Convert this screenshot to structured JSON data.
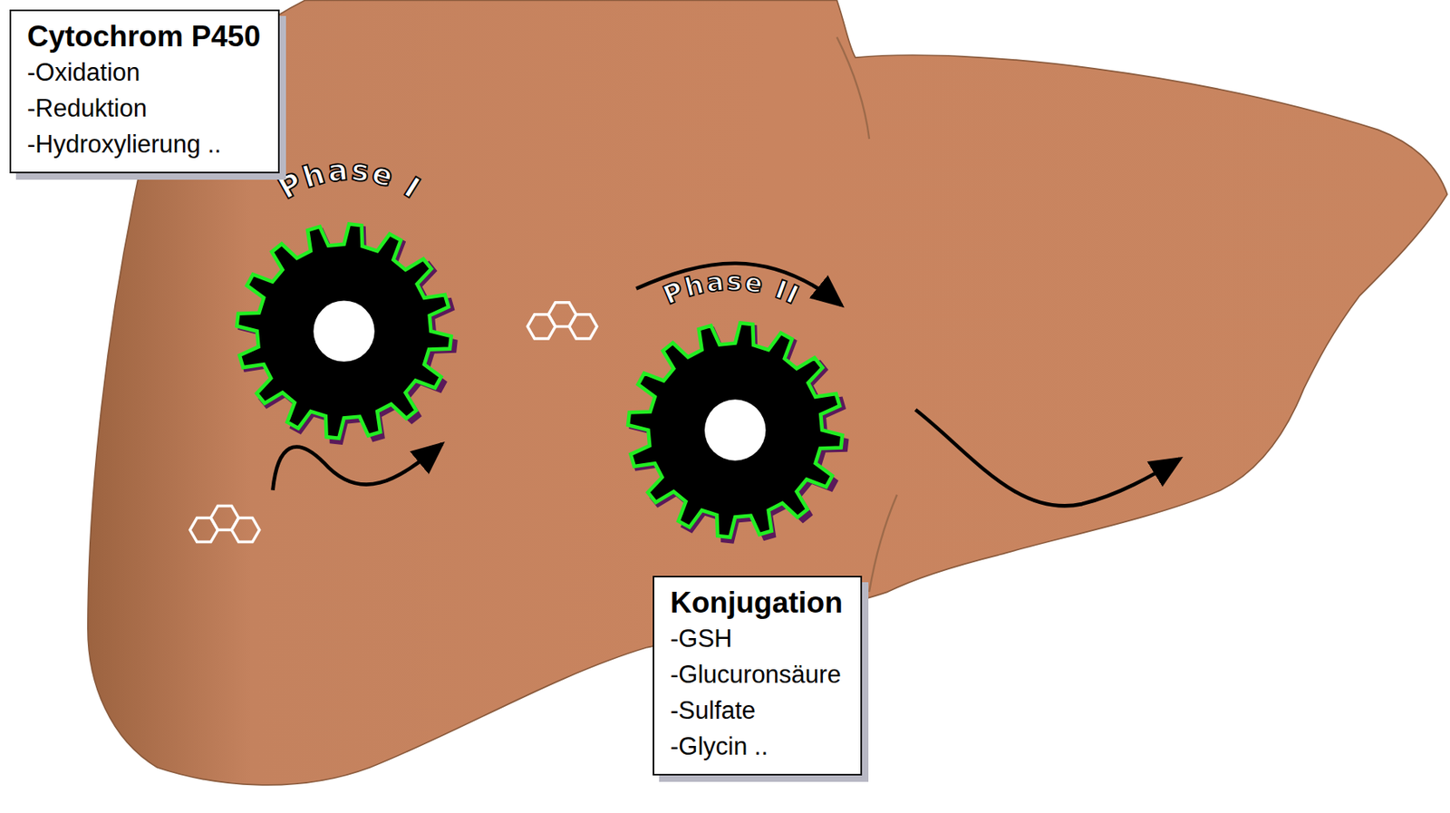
{
  "diagram": {
    "nodes": [
      {
        "text": [
          "Cytochrom P450",
          "-Oxidation",
          "-Reduktion",
          "-Hydroxylierung .."
        ]
      },
      {
        "text": [
          "Konjugation",
          "-GSH",
          "-Glucuronsäure",
          "-Sulfate",
          "-Glycin .."
        ]
      }
    ],
    "labels": [
      "Phase I",
      "Phase II"
    ]
  }
}
